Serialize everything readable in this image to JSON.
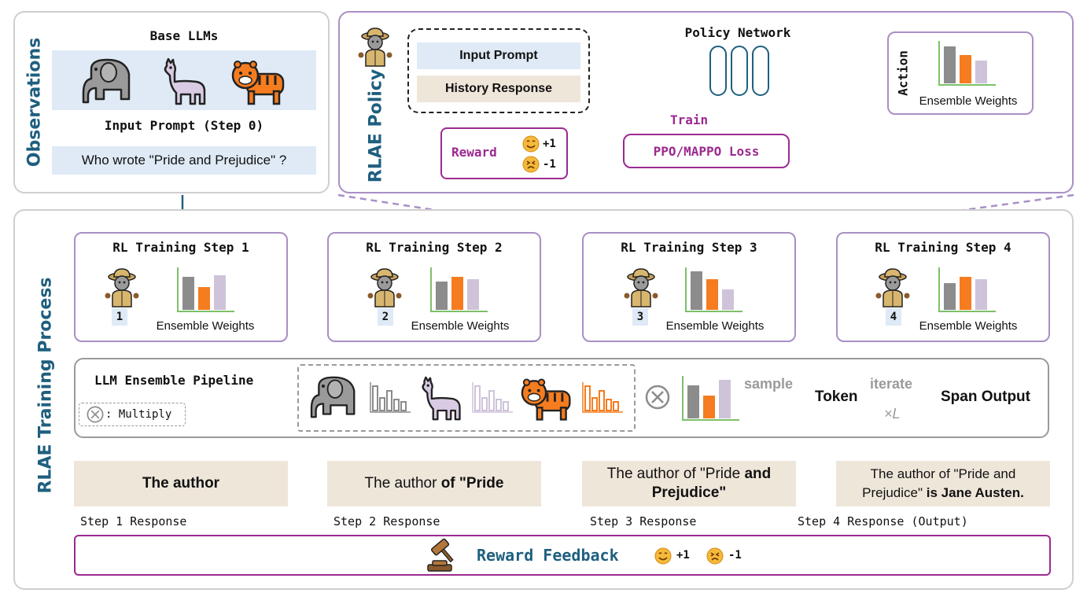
{
  "observations": {
    "side_label": "Observations",
    "base_llms_title": "Base LLMs",
    "input_prompt_title": "Input Prompt (Step 0)",
    "question": "Who wrote \"Pride and Prejudice\" ?"
  },
  "policy": {
    "side_label": "RLAE Policy",
    "input_prompt": "Input Prompt",
    "history_response": "History Response",
    "policy_network": "Policy Network",
    "train_label": "Train",
    "reward_label": "Reward",
    "plus_one": "+1",
    "minus_one": "-1",
    "loss_label": "PPO/MAPPO Loss",
    "action_label": "Action",
    "ensemble_weights": "Ensemble Weights"
  },
  "process": {
    "side_label": "RLAE Training Process",
    "steps": [
      {
        "title": "RL Training Step 1",
        "number": "1",
        "weights_label": "Ensemble Weights"
      },
      {
        "title": "RL Training Step 2",
        "number": "2",
        "weights_label": "Ensemble Weights"
      },
      {
        "title": "RL Training Step 3",
        "number": "3",
        "weights_label": "Ensemble Weights"
      },
      {
        "title": "RL Training Step 4",
        "number": "4",
        "weights_label": "Ensemble Weights"
      }
    ],
    "pipeline": {
      "title": "LLM Ensemble Pipeline",
      "multiply_legend": ": Multiply",
      "sample_label": "sample",
      "token_label": "Token",
      "iterate_label": "iterate",
      "times_label": "×L",
      "span_output": "Span Output"
    },
    "responses": [
      {
        "plain": "",
        "bold": "The author",
        "label": "Step 1 Response"
      },
      {
        "plain": "The author ",
        "bold": "of \"Pride",
        "label": "Step 2 Response"
      },
      {
        "plain": "The author of \"Pride ",
        "bold": "and Prejudice\"",
        "label": "Step 3 Response"
      },
      {
        "plain": "The author of \"Pride and Prejudice\" ",
        "bold": "is Jane Austen.",
        "label": "Step 4 Response (Output)"
      }
    ],
    "reward_feedback": {
      "label": "Reward Feedback",
      "plus_one": "+1",
      "minus_one": "-1"
    }
  },
  "colors": {
    "teal": "#1f5f7f",
    "purple_border": "#a98fc6",
    "magenta": "#9b2a8f",
    "bar_gray": "#8c8c8c",
    "bar_orange": "#f57c1f",
    "bar_lilac": "#cfc3da",
    "axis_green": "#7cc06a",
    "response_bg": "#efe6da",
    "prompt_blue": "#dfeaf6"
  },
  "icons": {
    "agent": "explorer-agent-icon",
    "elephant": "elephant-icon",
    "llama": "llama-icon",
    "tiger": "tiger-icon",
    "gavel": "gavel-icon",
    "happy": "smile-emoji-icon",
    "sad": "frown-emoji-icon",
    "multiply": "circled-times-icon"
  },
  "weights": {
    "action": [
      0.9,
      0.7,
      0.55
    ],
    "steps": [
      [
        0.8,
        0.55,
        0.85
      ],
      [
        0.7,
        0.8,
        0.75
      ],
      [
        0.95,
        0.75,
        0.5
      ],
      [
        0.65,
        0.8,
        0.75
      ]
    ],
    "pipeline_final": [
      0.8,
      0.55,
      0.95
    ]
  }
}
